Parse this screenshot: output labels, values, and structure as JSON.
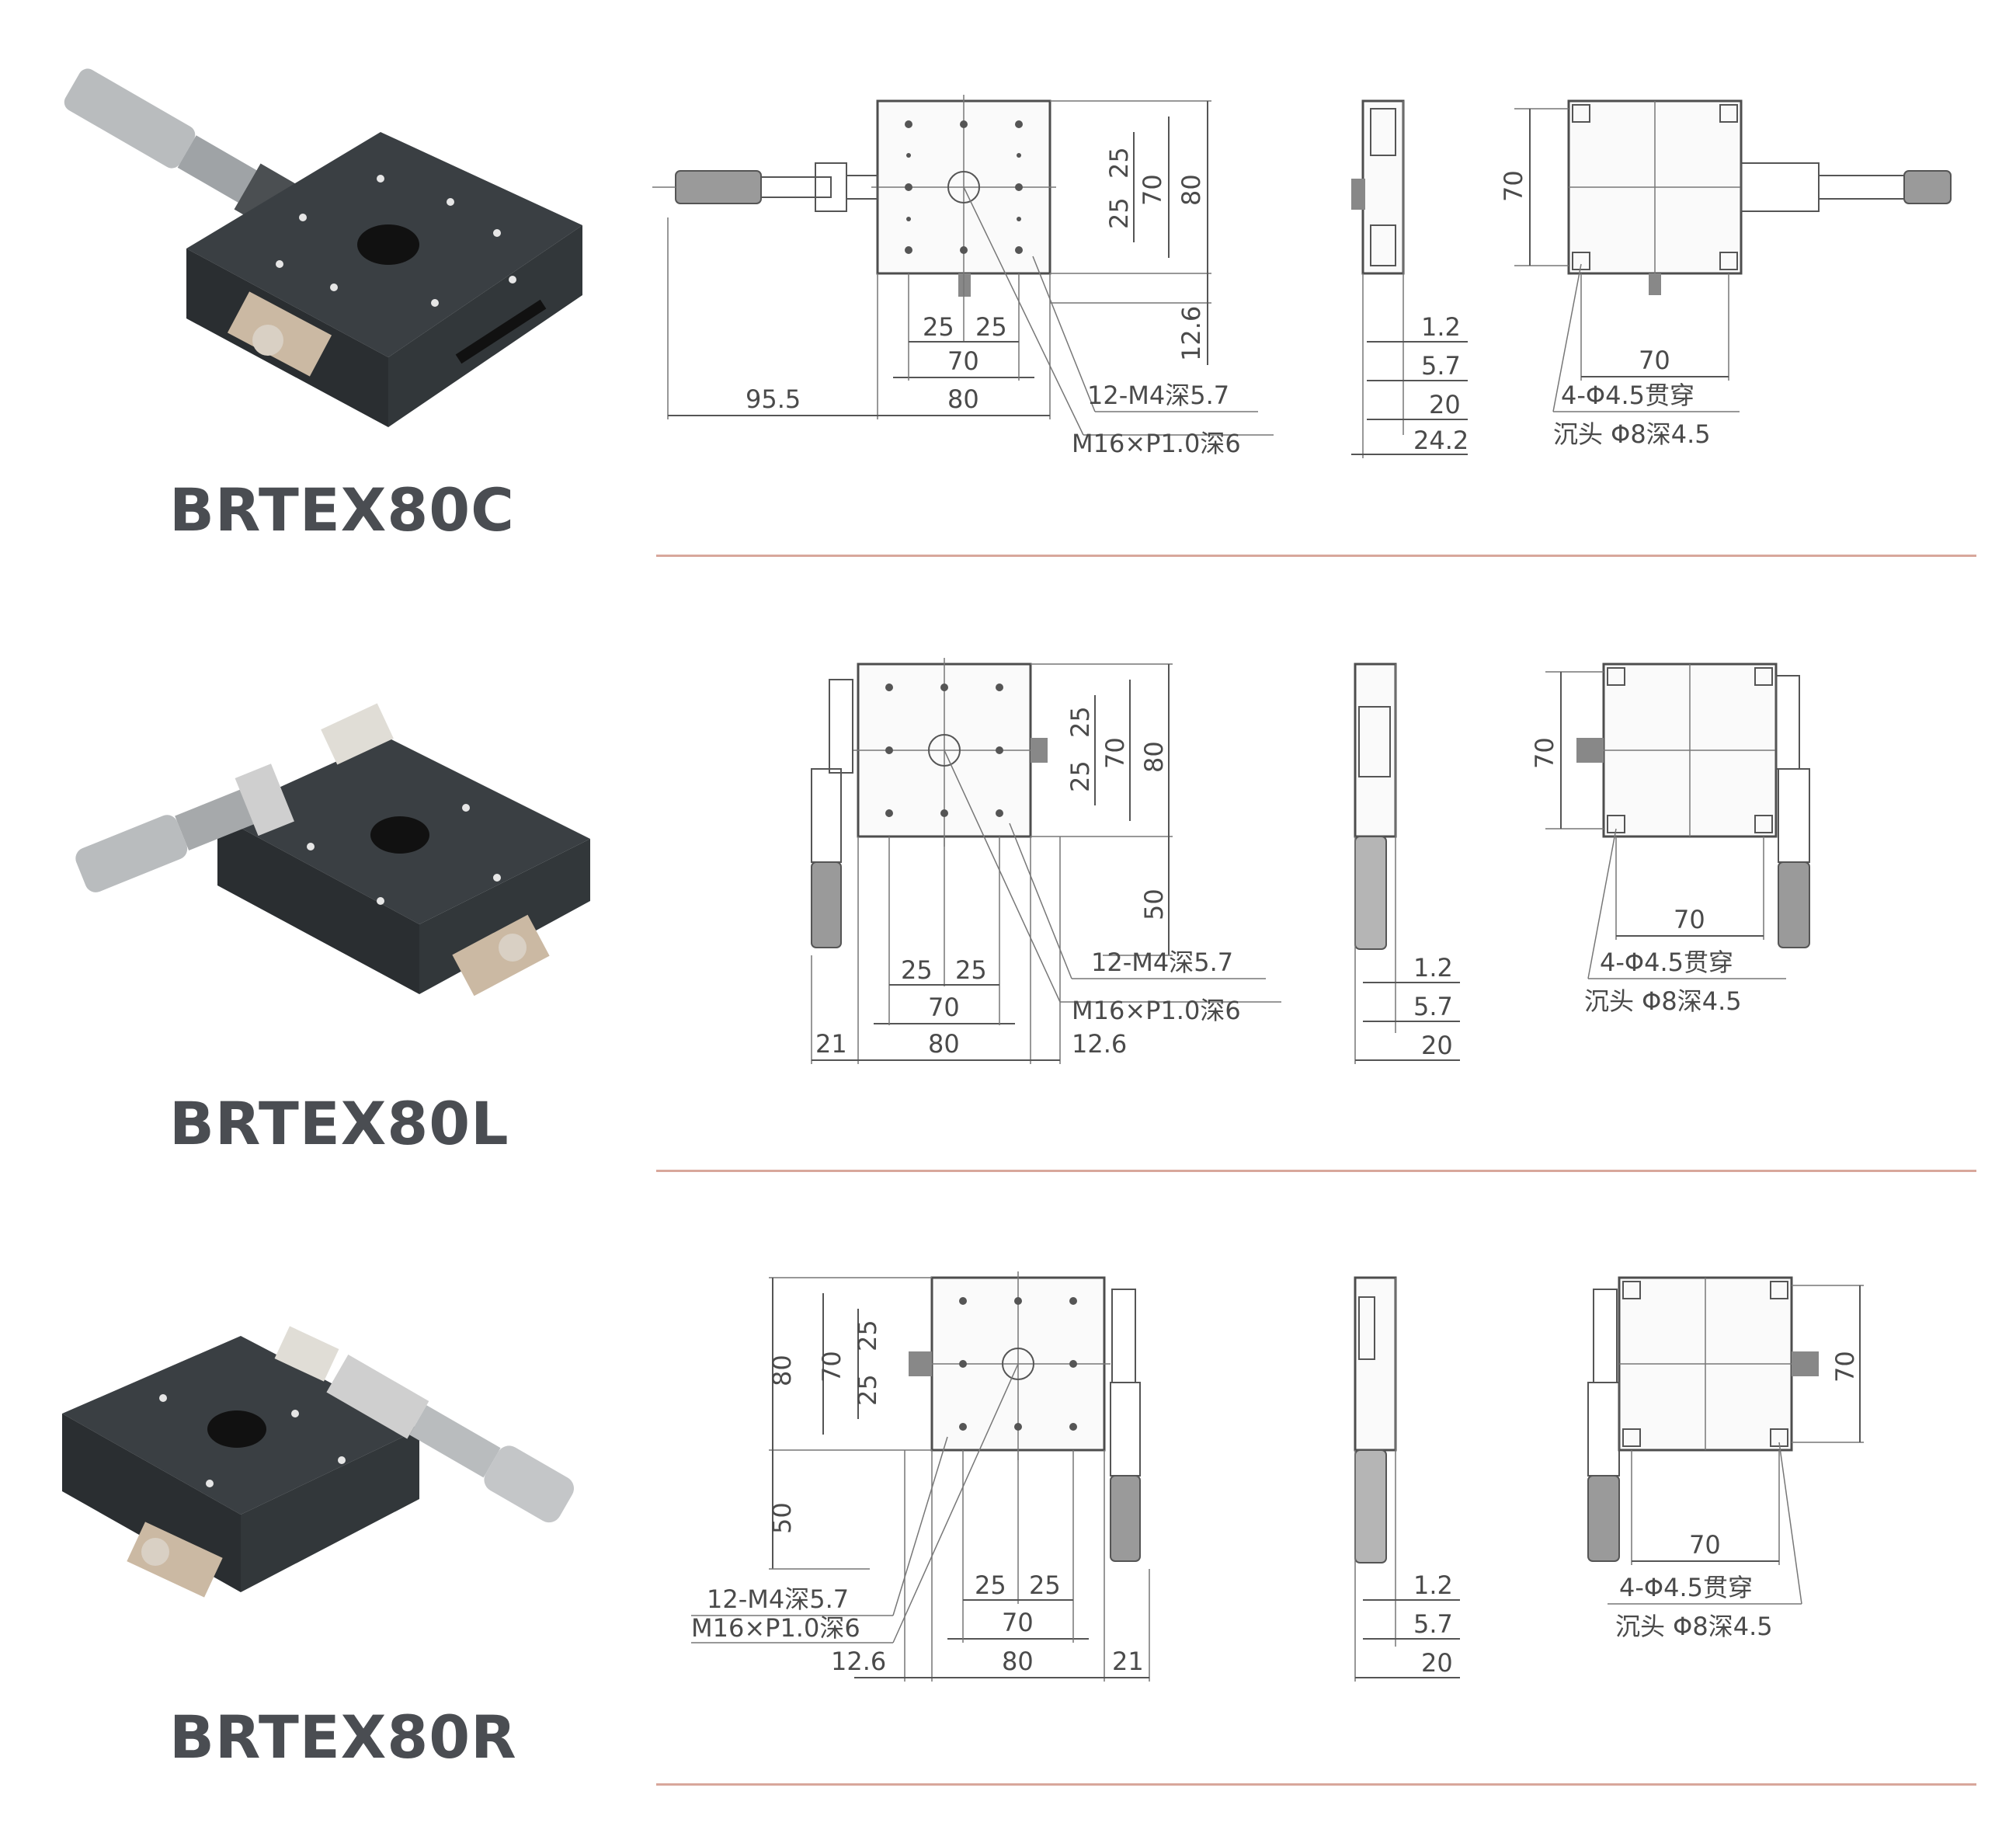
{
  "rows": [
    {
      "model": "BRTEX80C",
      "dims": {
        "a": "95.5",
        "b": "80",
        "c": "70",
        "d1": "25",
        "d2": "25",
        "v1": "25",
        "v2": "25",
        "v70": "70",
        "v80": "80",
        "v126": "12.6",
        "s12": "1.2",
        "s57": "5.7",
        "s20": "20",
        "s242": "24.2",
        "b70": "70",
        "r70": "70",
        "n1": "12-M4深5.7",
        "n2": "M16×P1.0深6",
        "n3": "4-Φ4.5贯穿",
        "n4": "沉头 Φ8深4.5"
      }
    },
    {
      "model": "BRTEX80L",
      "dims": {
        "a": "21",
        "b": "80",
        "c": "70",
        "d1": "25",
        "d2": "25",
        "e": "12.6",
        "v1": "25",
        "v2": "25",
        "v70": "70",
        "v80": "80",
        "v50": "50",
        "s12": "1.2",
        "s57": "5.7",
        "s20": "20",
        "b70": "70",
        "r70": "70",
        "n1": "12-M4深5.7",
        "n2": "M16×P1.0深6",
        "n3": "4-Φ4.5贯穿",
        "n4": "沉头 Φ8深4.5"
      }
    },
    {
      "model": "BRTEX80R",
      "dims": {
        "a": "12.6",
        "b": "80",
        "c": "70",
        "d1": "25",
        "d2": "25",
        "e": "21",
        "v1": "25",
        "v2": "25",
        "v70": "70",
        "v80": "80",
        "v50": "50",
        "s12": "1.2",
        "s57": "5.7",
        "s20": "20",
        "b70": "70",
        "r70": "70",
        "n1": "12-M4深5.7",
        "n2": "M16×P1.0深6",
        "n3": "4-Φ4.5贯穿",
        "n4": "沉头 Φ8深4.5"
      }
    }
  ],
  "colors": {
    "stage_body": "#2f3437",
    "stage_top": "#3a3f43",
    "accent_line": "#d8a79b",
    "label": "#4a4d52"
  }
}
